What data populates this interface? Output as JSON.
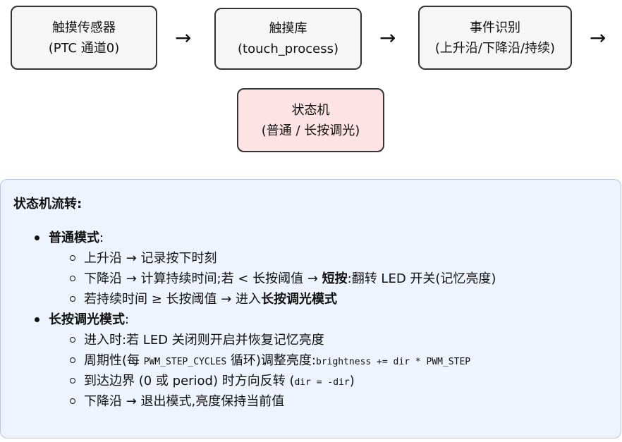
{
  "flow": {
    "nodes": [
      {
        "line1": "触摸传感器",
        "line2": "(PTC 通道0)"
      },
      {
        "line1": "触摸库",
        "line2": "(touch_process)"
      },
      {
        "line1": "事件识别",
        "line2": "(上升沿/下降沿/持续)"
      },
      {
        "line1": "状态机",
        "line2": "(普通 / 长按调光)"
      }
    ],
    "arrow": "→"
  },
  "panel": {
    "title": "状态机流转:",
    "normal_mode": {
      "label": "普通模式",
      "colon": ":",
      "items": [
        {
          "text": "上升沿 → 记录按下时刻"
        },
        {
          "pre": "下降沿 → 计算持续时间;若 < 长按阈值 → ",
          "bold": "短按",
          "post": ":翻转 LED 开关(记忆亮度)"
        },
        {
          "pre": "若持续时间 ≥ 长按阈值 → 进入",
          "bold": "长按调光模式"
        }
      ]
    },
    "dim_mode": {
      "label": "长按调光模式",
      "colon": ":",
      "items": [
        {
          "text": "进入时:若 LED 关闭则开启并恢复记忆亮度"
        },
        {
          "pre": "周期性(每 ",
          "code1": "PWM_STEP_CYCLES",
          "mid": " 循环)调整亮度:",
          "code2": "brightness += dir * PWM_STEP"
        },
        {
          "pre": "到达边界 (0 或 period) 时方向反转 (",
          "code": "dir = -dir",
          "post": ")"
        },
        {
          "text": "下降沿 → 退出模式,亮度保持当前值"
        }
      ]
    }
  }
}
